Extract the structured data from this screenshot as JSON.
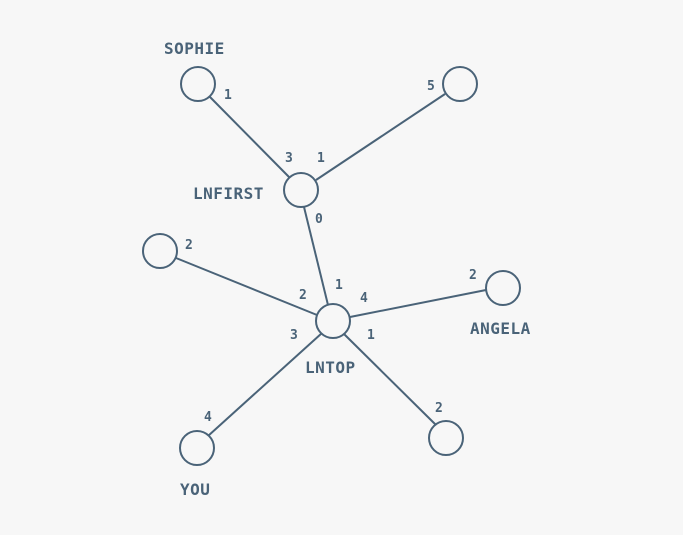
{
  "nodes": [
    {
      "id": "sophie",
      "label": "SOPHIE"
    },
    {
      "id": "top-right",
      "label": ""
    },
    {
      "id": "lnfirst",
      "label": "LNFIRST"
    },
    {
      "id": "left",
      "label": ""
    },
    {
      "id": "lntop",
      "label": "LNTOP"
    },
    {
      "id": "angela",
      "label": "ANGELA"
    },
    {
      "id": "you",
      "label": "YOU"
    },
    {
      "id": "bottom-right",
      "label": ""
    }
  ],
  "edges": [
    {
      "from": "sophie",
      "to": "lnfirst",
      "from_port": "1",
      "to_port": "3"
    },
    {
      "from": "top-right",
      "to": "lnfirst",
      "from_port": "5",
      "to_port": "1"
    },
    {
      "from": "lnfirst",
      "to": "lntop",
      "from_port": "0",
      "to_port": "1"
    },
    {
      "from": "left",
      "to": "lntop",
      "from_port": "2",
      "to_port": "2"
    },
    {
      "from": "angela",
      "to": "lntop",
      "from_port": "2",
      "to_port": "4"
    },
    {
      "from": "you",
      "to": "lntop",
      "from_port": "4",
      "to_port": "3"
    },
    {
      "from": "bottom-right",
      "to": "lntop",
      "from_port": "2",
      "to_port": "1"
    }
  ]
}
